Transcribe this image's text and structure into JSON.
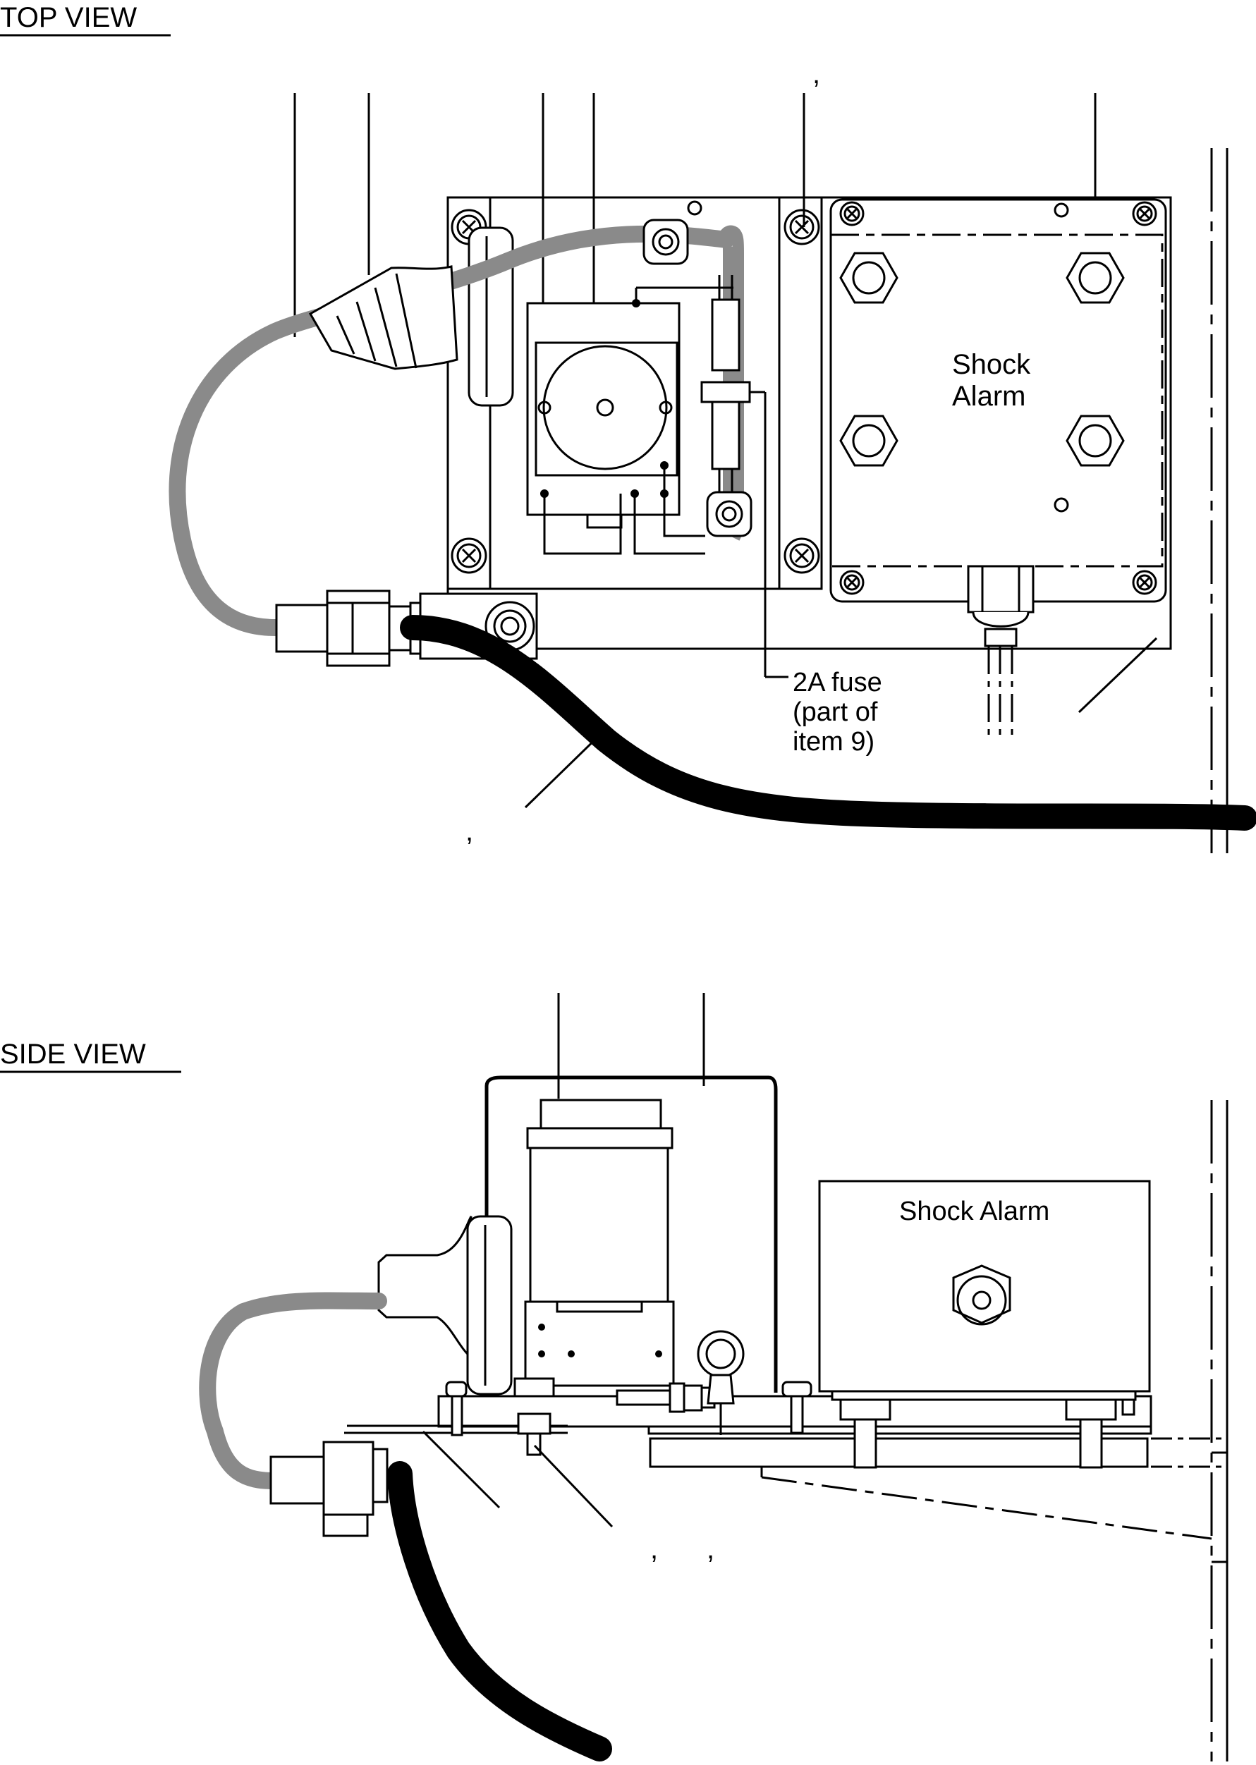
{
  "top_view": {
    "title": "TOP VIEW",
    "shock_alarm_label_line1": "Shock",
    "shock_alarm_label_line2": "Alarm",
    "fuse_callout_line1": "2A fuse",
    "fuse_callout_line2": "(part of",
    "fuse_callout_line3": "item 9)",
    "stray_comma_upper": ",",
    "stray_comma_lower": ","
  },
  "side_view": {
    "title": "SIDE VIEW",
    "shock_alarm_label": "Shock Alarm",
    "stray_comma_left": ",",
    "stray_comma_right": ","
  },
  "colors": {
    "line": "#000000",
    "grey_cable": "#8a8a8a",
    "black_cable": "#000000",
    "background": "#ffffff"
  }
}
